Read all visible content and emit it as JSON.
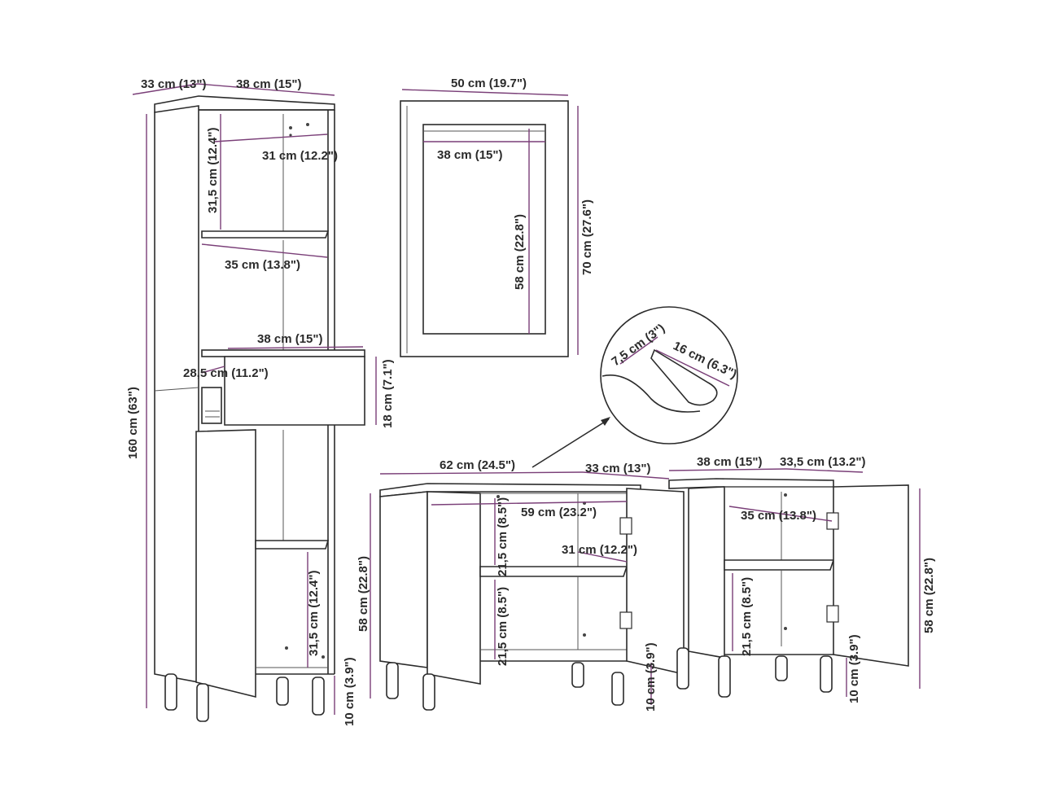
{
  "colors": {
    "line": "#2b2b2b",
    "dimension": "#7a3f78",
    "text": "#2a2a2a",
    "background": "#ffffff"
  },
  "tall_cabinet": {
    "depth": "33 cm (13\")",
    "width": "38 cm (15\")",
    "shelf_depth_top": "31 cm (12.2\")",
    "compartment_height_top": "31,5 cm (12.4\")",
    "shelf_width": "35 cm (13.8\")",
    "drawer_width": "38 cm (15\")",
    "drawer_depth": "28,5 cm (11.2\")",
    "drawer_height": "18 cm (7.1\")",
    "total_height": "160 cm (63\")",
    "compartment_height_bottom": "31,5 cm (12.4\")",
    "leg_height": "10 cm (3.9\")"
  },
  "mirror": {
    "width": "50 cm (19.7\")",
    "inner_width": "38 cm (15\")",
    "inner_height": "58 cm (22.8\")",
    "height": "70 cm (27.6\")"
  },
  "handle_detail": {
    "depth": "7,5 cm (3\")",
    "length": "16 cm (6.3\")"
  },
  "sink_cabinet": {
    "width": "62 cm (24.5\")",
    "depth": "33 cm (13\")",
    "inner_width": "59 cm (23.2\")",
    "upper_height": "21,5 cm (8.5\")",
    "shelf_depth": "31 cm (12.2\")",
    "lower_height": "21,5 cm (8.5\")",
    "height": "58 cm (22.8\")",
    "leg_height": "10 cm (3.9\")"
  },
  "side_cabinet": {
    "width": "38 cm (15\")",
    "depth": "33,5 cm (13.2\")",
    "inner_width": "35 cm (13.8\")",
    "lower_height": "21,5 cm (8.5\")",
    "height": "58 cm (22.8\")",
    "leg_height": "10 cm (3.9\")"
  }
}
